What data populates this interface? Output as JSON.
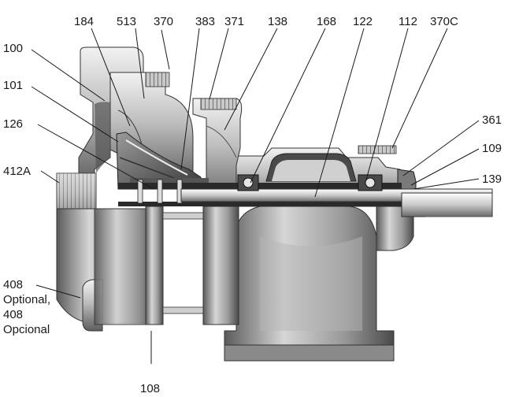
{
  "callouts": {
    "c184": "184",
    "c513": "513",
    "c370": "370",
    "c383": "383",
    "c371": "371",
    "c138": "138",
    "c168": "168",
    "c122": "122",
    "c112": "112",
    "c370C": "370C",
    "c100": "100",
    "c101": "101",
    "c126": "126",
    "c412A": "412A",
    "c361": "361",
    "c109": "109",
    "c139": "139",
    "c408_line1": "408",
    "c408_line2": "Optional,",
    "c408_line3": "408",
    "c408_line4": "Opcional",
    "c108": "108"
  },
  "colors": {
    "ink": "#1a1a1a",
    "metal_light": "#d9d9d9",
    "metal_mid": "#a8a8a8",
    "metal_dark": "#6e6e6e",
    "section_dark": "#3a3a3a"
  }
}
